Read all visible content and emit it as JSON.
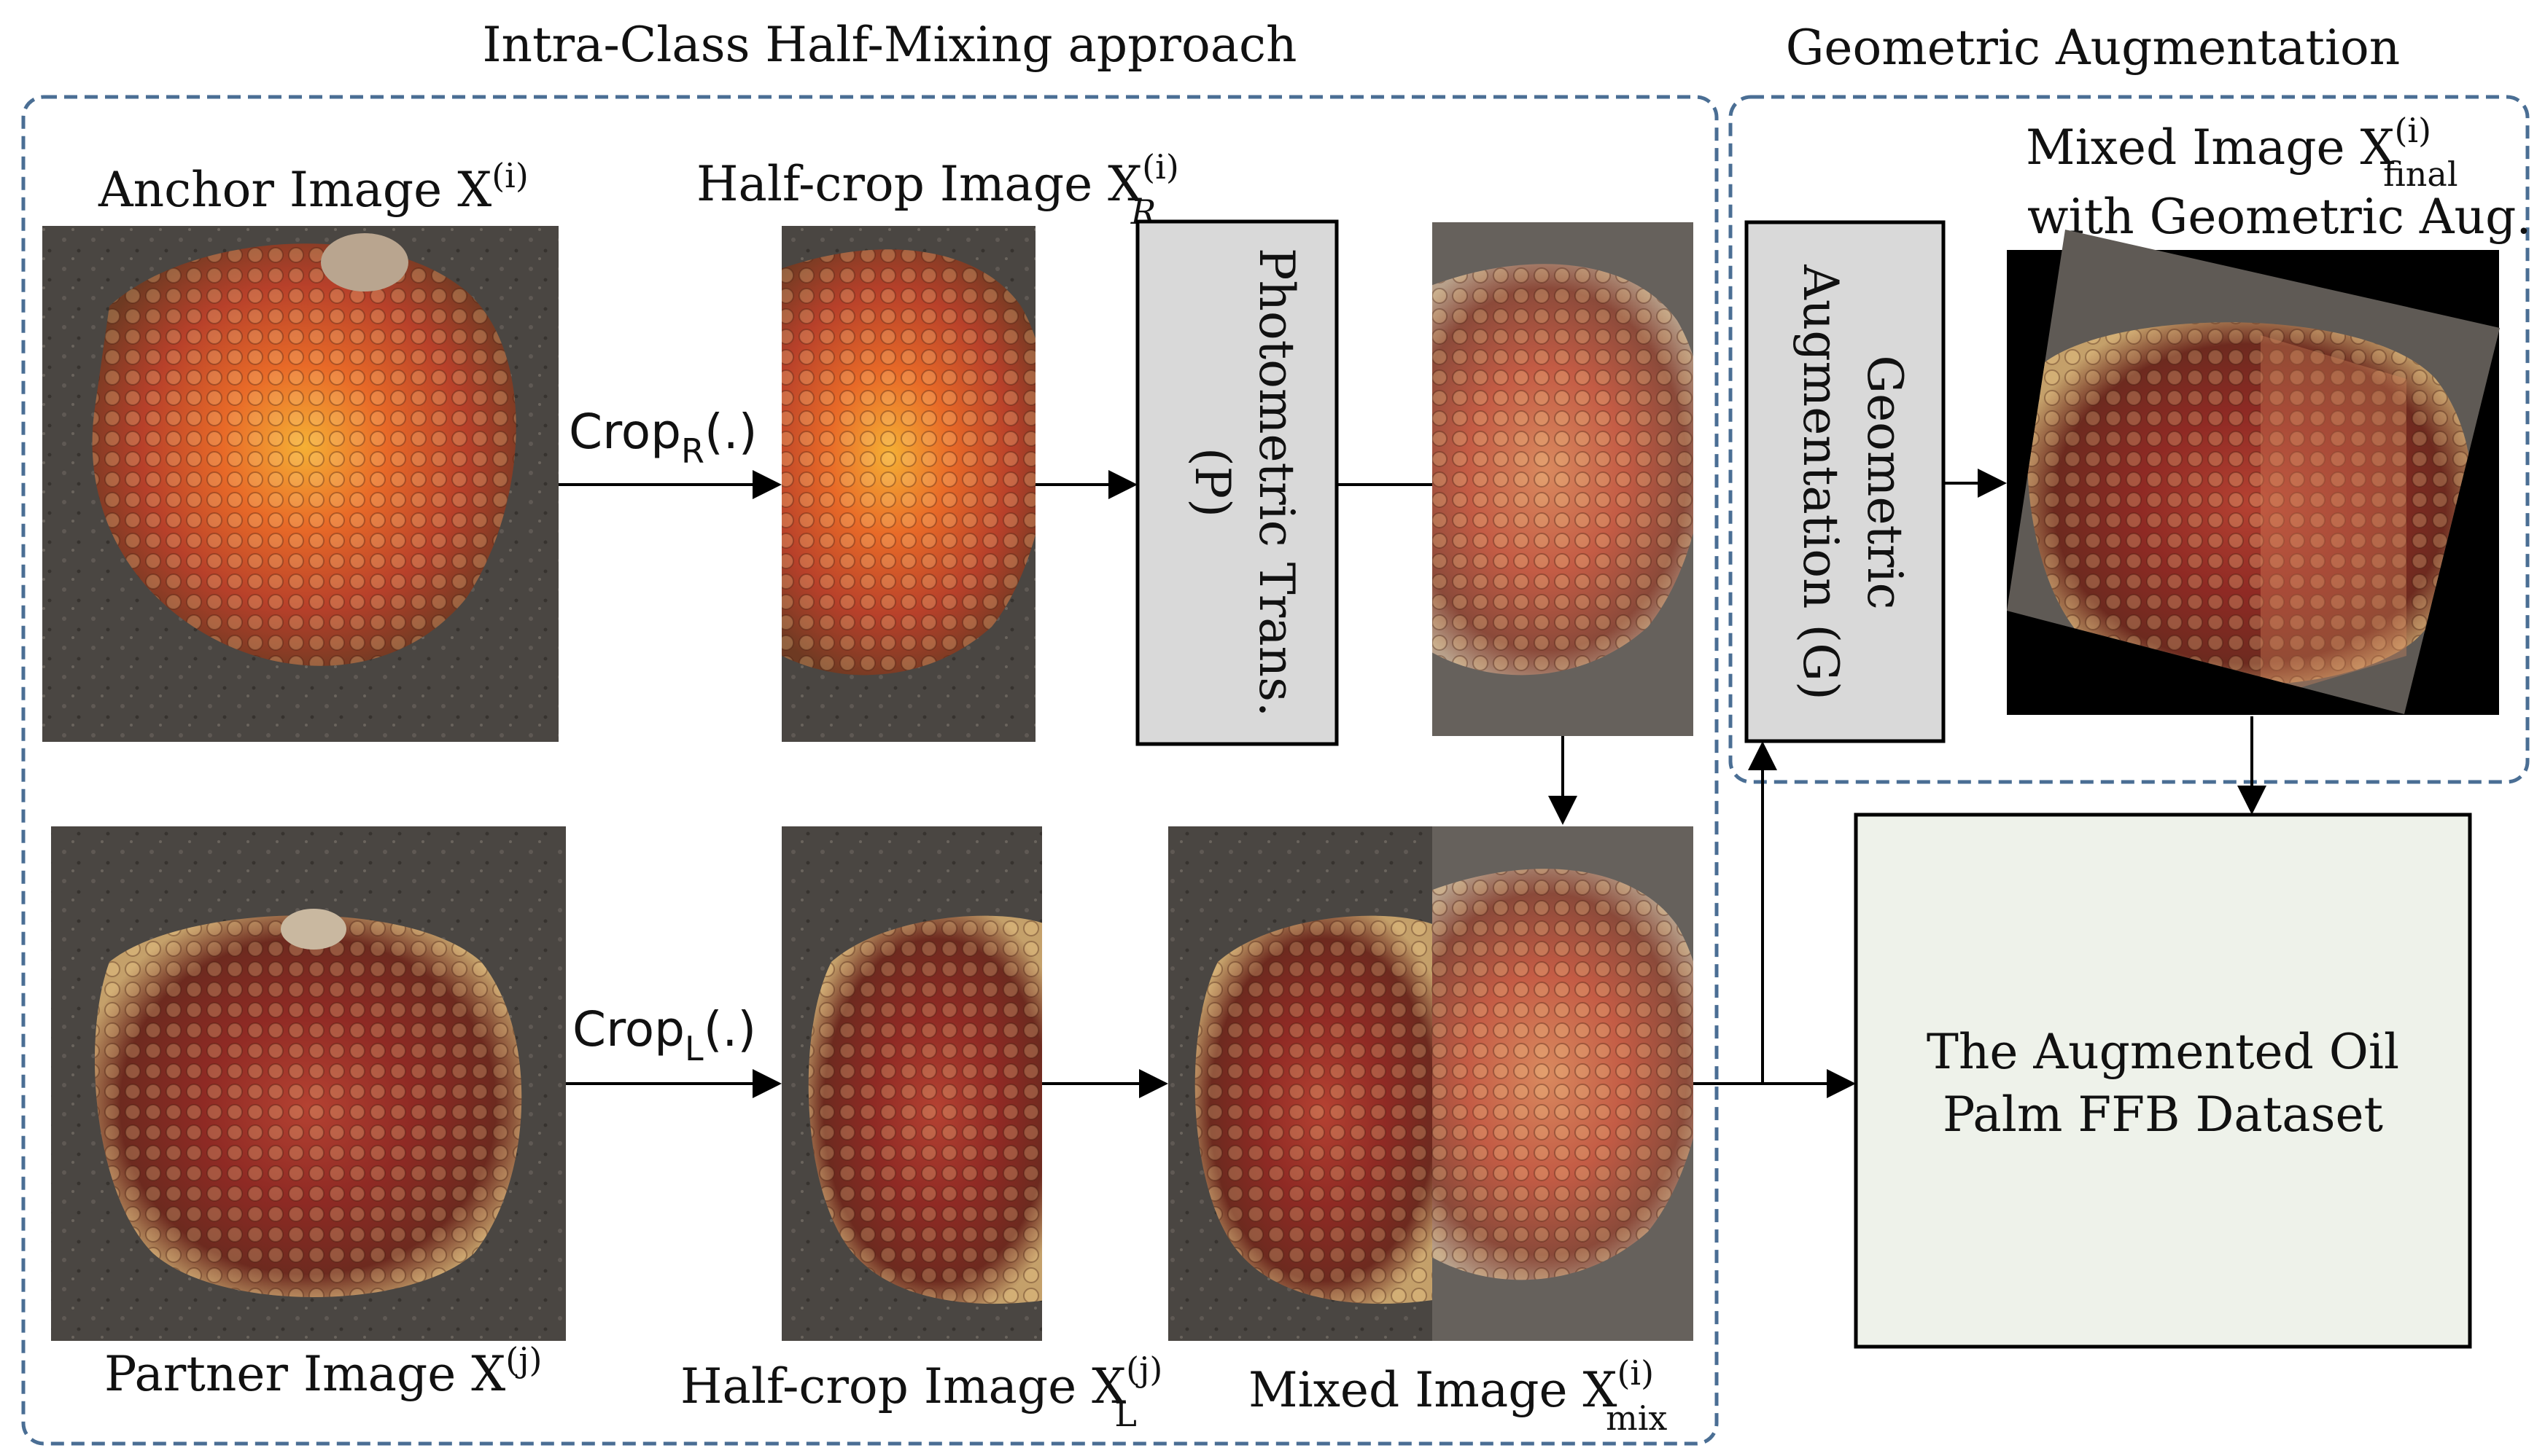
{
  "sections": {
    "intra_class": "Intra-Class Half-Mixing approach",
    "geometric": "Geometric Augmentation"
  },
  "labels": {
    "anchor": {
      "text": "Anchor Image X",
      "sup": "(i)"
    },
    "partner": {
      "text": "Partner Image X",
      "sup": "(j)"
    },
    "half_crop_r": {
      "text": "Half-crop Image X",
      "sup": "(i)",
      "sub": "R"
    },
    "half_crop_l": {
      "text": "Half-crop Image X",
      "sup": "(j)",
      "sub": "L"
    },
    "mixed": {
      "text": "Mixed Image X",
      "sup": "(i)",
      "sub": "mix"
    },
    "mixed_final_line1": {
      "text": "Mixed Image X",
      "sup": "(i)",
      "sub": "final"
    },
    "mixed_final_line2": "with Geometric Aug.",
    "crop_r": {
      "text": "Crop",
      "sub": "R",
      "tail": "(.)"
    },
    "crop_l": {
      "text": "Crop",
      "sub": "L",
      "tail": "(.)"
    }
  },
  "boxes": {
    "photometric": {
      "line1": "Photometric Trans.",
      "line2": "(P)",
      "fill": "#d9d9d9"
    },
    "geometric": {
      "line1": "Geometric",
      "line2": "Augmentation (G)",
      "fill": "#d9d9d9"
    },
    "dataset": {
      "line1": "The Augmented Oil",
      "line2": "Palm FFB Dataset",
      "fill": "#eef2ea"
    }
  },
  "colors": {
    "dashed_border": "#4a6e94",
    "arrow": "#000000",
    "box_border": "#000000"
  }
}
